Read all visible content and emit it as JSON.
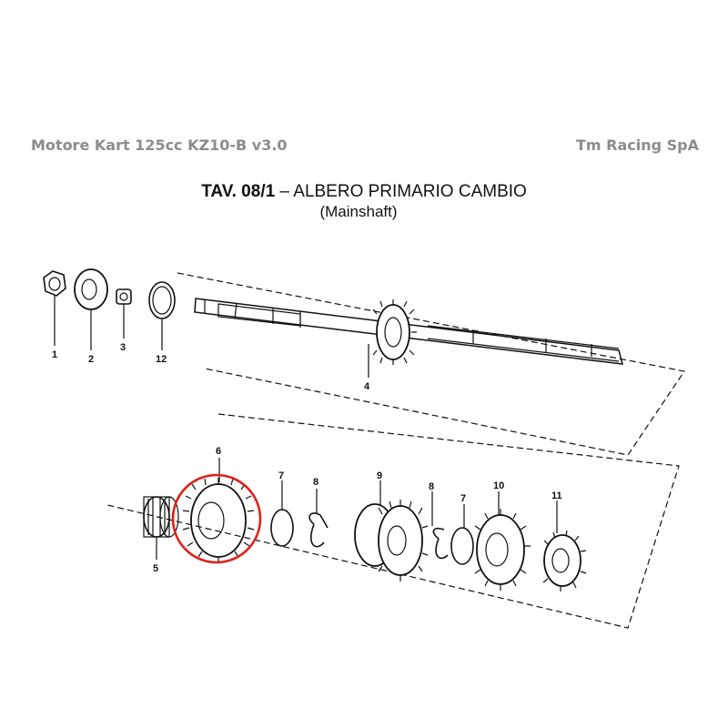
{
  "header": {
    "left": "Motore Kart 125cc KZ10-B v3.0",
    "right": "Tm Racing SpA"
  },
  "title": {
    "code": "TAV. 08/1",
    "dash": "–",
    "name": "ALBERO PRIMARIO CAMBIO",
    "subtitle": "(Mainshaft)"
  },
  "parts": {
    "p1": "1",
    "p2": "2",
    "p3": "3",
    "p12": "12",
    "p4": "4",
    "p5": "5",
    "p6": "6",
    "p7a": "7",
    "p8a": "8",
    "p9": "9",
    "p8b": "8",
    "p7b": "7",
    "p10": "10",
    "p11": "11"
  },
  "highlight": {
    "part": "6",
    "color": "#e0201b"
  },
  "colors": {
    "ink": "#111111",
    "header": "#8c8c8c"
  }
}
